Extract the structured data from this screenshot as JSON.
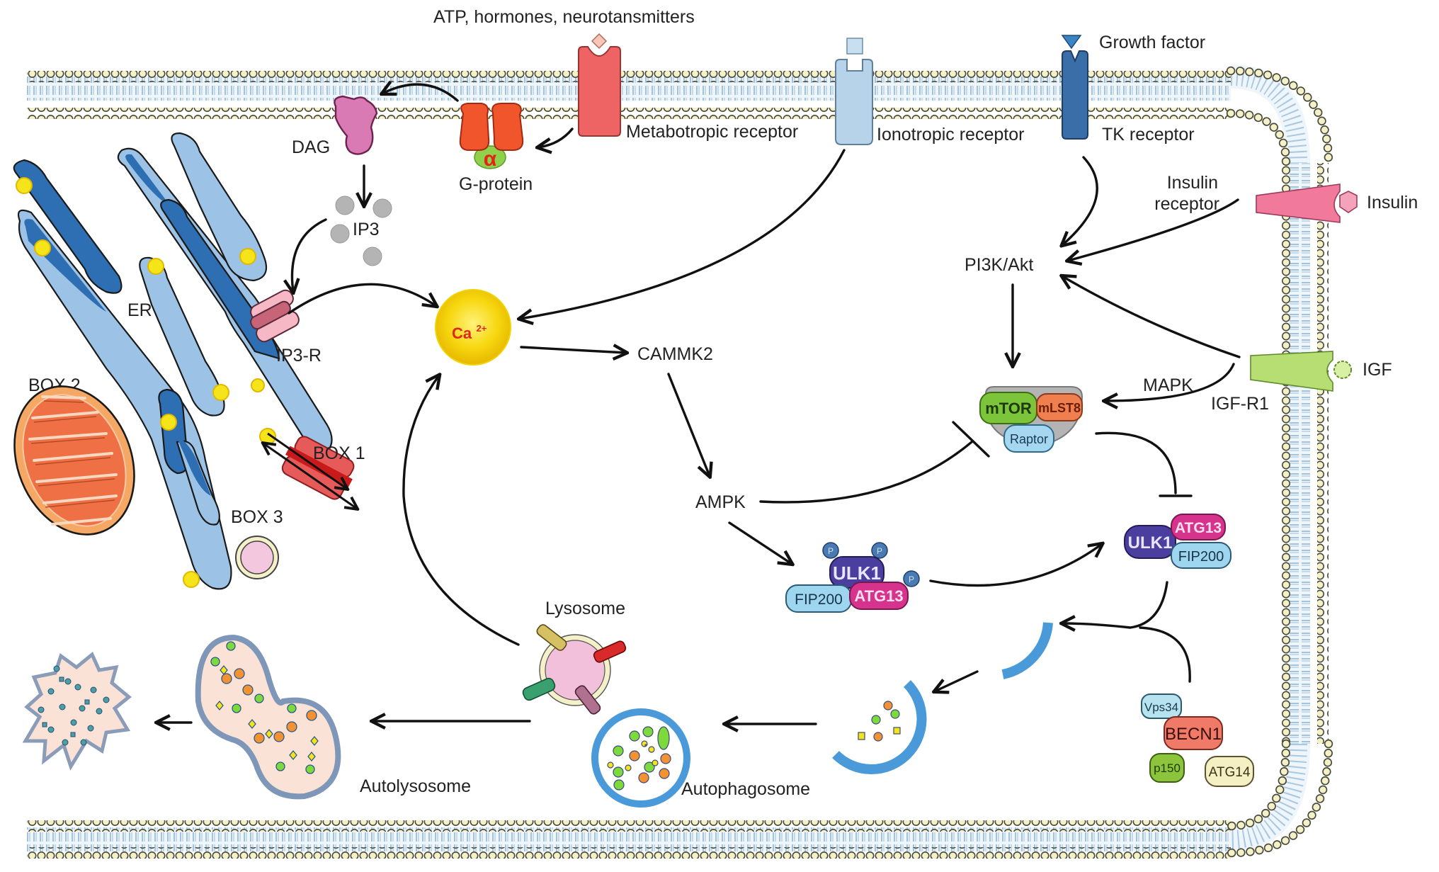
{
  "figure": {
    "type": "signaling-pathway-diagram",
    "topic": "Calcium signaling and autophagy regulation"
  },
  "labels": {
    "ligands_top": "ATP, hormones, neurotansmitters",
    "growth_factor": "Growth factor",
    "metabotropic_receptor": "Metabotropic receptor",
    "ionotropic_receptor": "Ionotropic receptor",
    "tk_receptor": "TK receptor",
    "insulin_receptor_line1": "Insulin",
    "insulin_receptor_line2": "receptor",
    "insulin": "Insulin",
    "igf": "IGF",
    "igf_r1": "IGF-R1",
    "mapk": "MAPK",
    "pi3k_akt": "PI3K/Akt",
    "dag": "DAG",
    "g_protein": "G-protein",
    "alpha": "α",
    "ip3": "IP3",
    "ip3_r": "IP3-R",
    "er": "ER",
    "box1": "BOX 1",
    "box2": "BOX 2",
    "box3": "BOX 3",
    "calcium": "Ca",
    "calcium_charge": "2+",
    "cammk2": "CAMMK2",
    "ampk": "AMPK",
    "lysosome": "Lysosome",
    "autolysosome": "Autolysosome",
    "autophagosome": "Autophagosome"
  },
  "complexes": {
    "mtorc1": {
      "mtor": "mTOR",
      "mlst8": "mLST8",
      "raptor": "Raptor"
    },
    "ulk_phospho": {
      "ulk1": "ULK1",
      "fip200": "FIP200",
      "atg13": "ATG13",
      "phospho": "P"
    },
    "ulk_active": {
      "ulk1": "ULK1",
      "atg13": "ATG13",
      "fip200": "FIP200"
    },
    "pi3k_class3": {
      "vps34": "Vps34",
      "becn1": "BECN1",
      "p150": "p150",
      "atg14": "ATG14"
    }
  },
  "colors": {
    "membrane_head": "#f4f0c8",
    "membrane_tail": "#c9dcea",
    "er_dark": "#2e6fb3",
    "er_light": "#9cc3e6",
    "calcium": "#f7d70f",
    "calcium_text": "#e0261a",
    "mtor": "#7cc43a",
    "mlst8": "#f07f4f",
    "raptor": "#a6d7f0",
    "ulk1": "#4a3f9e",
    "atg13": "#d6338c",
    "fip200": "#9fd6ef",
    "vps34": "#b7e2ef",
    "becn1": "#f07a68",
    "p150": "#8cc43c",
    "atg14": "#f5efc4",
    "metabotropic": "#ee6464",
    "ionotropic": "#b7d3ea",
    "tk": "#3a6ea8",
    "insulin_receptor": "#f0799c",
    "igf_receptor": "#b6de72",
    "phagophore": "#4a9ad9"
  },
  "edges": [
    {
      "from": "Metabotropic receptor",
      "to": "G-protein",
      "type": "activation"
    },
    {
      "from": "G-protein",
      "to": "DAG",
      "type": "activation"
    },
    {
      "from": "DAG",
      "to": "IP3",
      "type": "activation"
    },
    {
      "from": "IP3",
      "to": "IP3-R",
      "type": "activation"
    },
    {
      "from": "IP3-R",
      "to": "Ca2+",
      "type": "activation"
    },
    {
      "from": "Ionotropic receptor",
      "to": "Ca2+",
      "type": "activation"
    },
    {
      "from": "Ca2+",
      "to": "CAMMK2",
      "type": "activation"
    },
    {
      "from": "CAMMK2",
      "to": "AMPK",
      "type": "activation"
    },
    {
      "from": "AMPK",
      "to": "mTORC1",
      "type": "inhibition"
    },
    {
      "from": "AMPK",
      "to": "ULK1 complex (phosphorylated)",
      "type": "activation"
    },
    {
      "from": "TK receptor",
      "to": "PI3K/Akt",
      "type": "activation"
    },
    {
      "from": "Insulin receptor",
      "to": "PI3K/Akt",
      "type": "activation"
    },
    {
      "from": "IGF-R1",
      "to": "PI3K/Akt",
      "type": "activation"
    },
    {
      "from": "IGF-R1",
      "to": "mTORC1",
      "type": "activation",
      "label": "MAPK"
    },
    {
      "from": "PI3K/Akt",
      "to": "mTORC1",
      "type": "activation"
    },
    {
      "from": "mTORC1",
      "to": "ULK1 complex",
      "type": "inhibition"
    },
    {
      "from": "ULK1 complex (phosphorylated)",
      "to": "ULK1 complex",
      "type": "activation"
    },
    {
      "from": "ULK1 complex + PI3K class III complex",
      "to": "Phagophore",
      "type": "activation"
    },
    {
      "from": "Phagophore",
      "to": "Expanding phagophore",
      "type": "activation"
    },
    {
      "from": "Expanding phagophore",
      "to": "Autophagosome",
      "type": "activation"
    },
    {
      "from": "Lysosome + Autophagosome",
      "to": "Autolysosome",
      "type": "activation"
    },
    {
      "from": "Autolysosome",
      "to": "Degraded content",
      "type": "activation"
    },
    {
      "from": "Lysosome",
      "to": "Ca2+",
      "type": "activation"
    }
  ]
}
